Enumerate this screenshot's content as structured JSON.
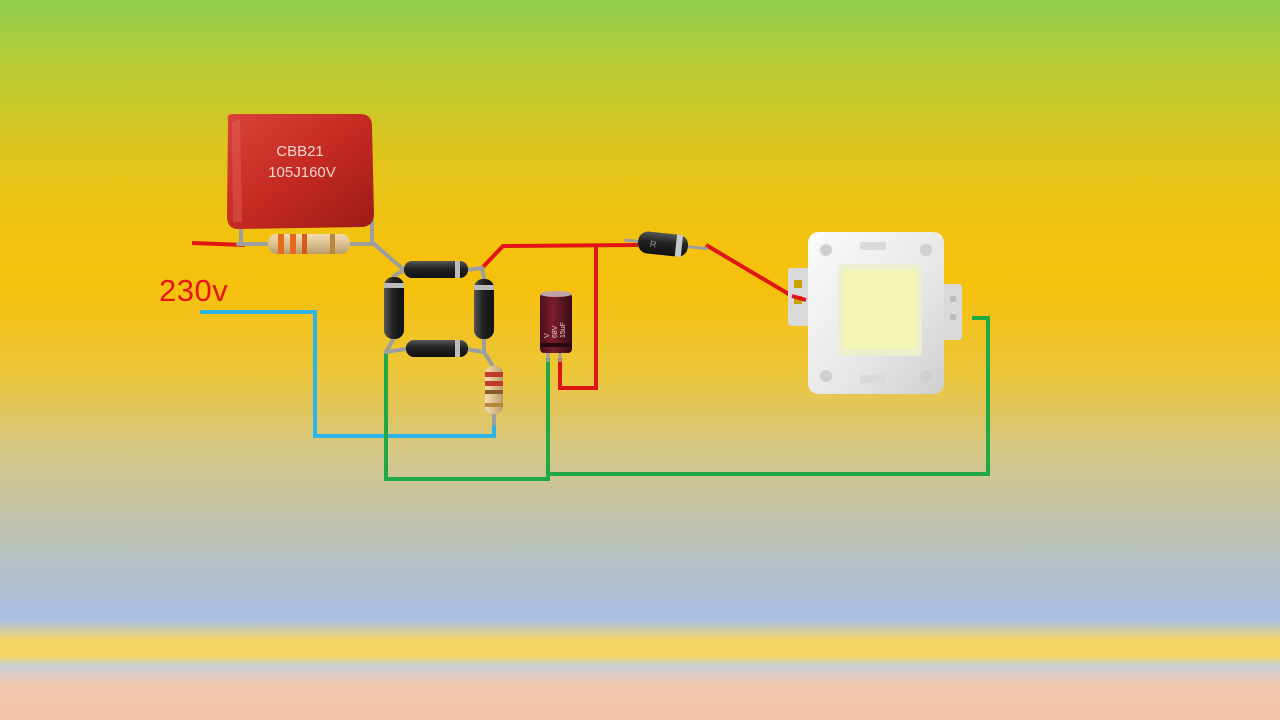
{
  "source_label": "230v",
  "capacitor": {
    "line1": "CBB21",
    "line2": "105J160V"
  },
  "electrolytic_capacitor": {
    "marking_lines": [
      "V",
      "68V",
      "15uF"
    ]
  },
  "colors": {
    "live_wire": "#e01515",
    "neutral_wire": "#2eb4e6",
    "return_wire": "#1faa45",
    "capacitor_body": "#c42a22",
    "diode_body": "#2a2a2a",
    "led_phosphor": "#f2f4b8"
  },
  "icons": [
    "film-capacitor",
    "resistor",
    "bridge-rectifier-diode",
    "electrolytic-capacitor",
    "rectifier-diode",
    "cob-led-chip"
  ]
}
